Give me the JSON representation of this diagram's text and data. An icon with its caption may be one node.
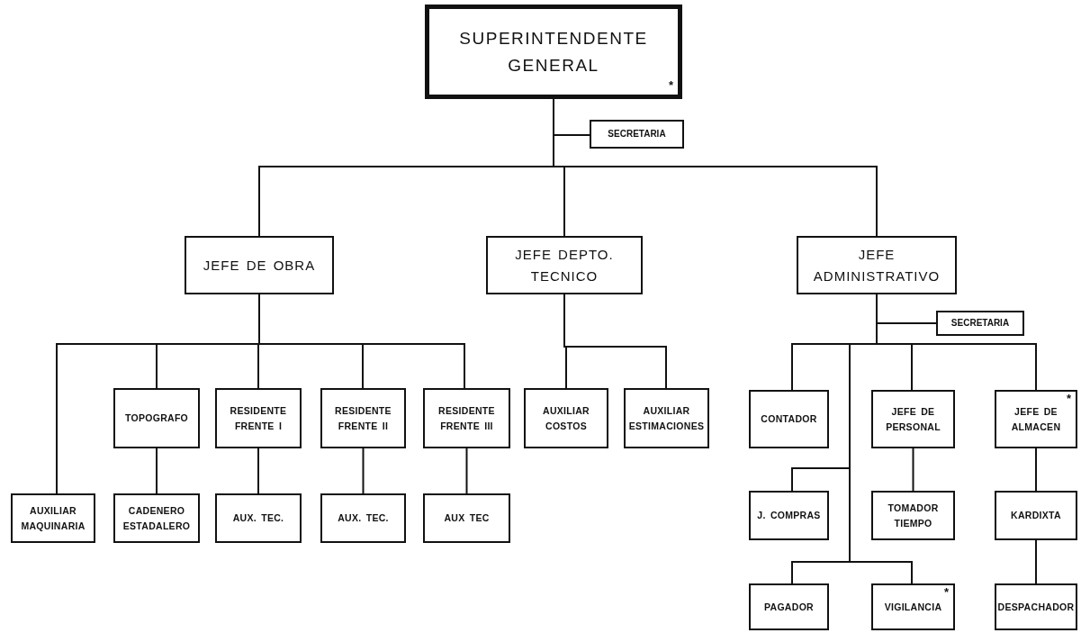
{
  "diagram": {
    "nodes": [
      {
        "text": [
          "SUPERINTENDENTE GENERAL",
          "*"
        ]
      },
      {
        "text": [
          "SECRETARIA"
        ]
      },
      {
        "text": [
          "JEFE DE OBRA"
        ]
      },
      {
        "text": [
          "JEFE DEPTO. TECNICO"
        ]
      },
      {
        "text": [
          "JEFE ADMINISTRATIVO"
        ]
      },
      {
        "text": [
          "SECRETARIA"
        ]
      },
      {
        "text": [
          "TOPOGRAFO"
        ]
      },
      {
        "text": [
          "RESIDENTE FRENTE I"
        ]
      },
      {
        "text": [
          "RESIDENTE FRENTE II"
        ]
      },
      {
        "text": [
          "RESIDENTE FRENTE III"
        ]
      },
      {
        "text": [
          "AUXILIAR COSTOS"
        ]
      },
      {
        "text": [
          "AUXILIAR ESTIMACIONES"
        ]
      },
      {
        "text": [
          "CONTADOR"
        ]
      },
      {
        "text": [
          "JEFE DE PERSONAL"
        ]
      },
      {
        "text": [
          "JEFE DE ALMACEN",
          "*"
        ]
      },
      {
        "text": [
          "AUXILIAR MAQUINARIA"
        ]
      },
      {
        "text": [
          "CADENERO ESTADALERO"
        ]
      },
      {
        "text": [
          "AUX. TEC."
        ]
      },
      {
        "text": [
          "AUX. TEC."
        ]
      },
      {
        "text": [
          "AUX TEC"
        ]
      },
      {
        "text": [
          "J. COMPRAS"
        ]
      },
      {
        "text": [
          "TOMADOR TIEMPO"
        ]
      },
      {
        "text": [
          "KARDIXTA"
        ]
      },
      {
        "text": [
          "PAGADOR"
        ]
      },
      {
        "text": [
          "VIGILANCIA",
          "*"
        ]
      },
      {
        "text": [
          "DESPACHADOR"
        ]
      }
    ],
    "edges": [
      {
        "from": 0,
        "to": 1,
        "arrow": "none"
      },
      {
        "from": 0,
        "to": 2,
        "arrow": "none"
      },
      {
        "from": 0,
        "to": 3,
        "arrow": "none"
      },
      {
        "from": 0,
        "to": 4,
        "arrow": "none"
      },
      {
        "from": 2,
        "to": 15,
        "arrow": "none"
      },
      {
        "from": 2,
        "to": 6,
        "arrow": "none"
      },
      {
        "from": 2,
        "to": 7,
        "arrow": "none"
      },
      {
        "from": 2,
        "to": 8,
        "arrow": "none"
      },
      {
        "from": 2,
        "to": 9,
        "arrow": "none"
      },
      {
        "from": 3,
        "to": 10,
        "arrow": "none"
      },
      {
        "from": 3,
        "to": 11,
        "arrow": "none"
      },
      {
        "from": 4,
        "to": 5,
        "arrow": "none"
      },
      {
        "from": 4,
        "to": 12,
        "arrow": "none"
      },
      {
        "from": 4,
        "to": 13,
        "arrow": "none"
      },
      {
        "from": 4,
        "to": 14,
        "arrow": "none"
      },
      {
        "from": 4,
        "to": 20,
        "arrow": "none"
      },
      {
        "from": 4,
        "to": 23,
        "arrow": "none"
      },
      {
        "from": 4,
        "to": 24,
        "arrow": "none"
      },
      {
        "from": 6,
        "to": 16,
        "arrow": "none"
      },
      {
        "from": 7,
        "to": 17,
        "arrow": "none"
      },
      {
        "from": 8,
        "to": 18,
        "arrow": "none"
      },
      {
        "from": 9,
        "to": 19,
        "arrow": "none"
      },
      {
        "from": 13,
        "to": 21,
        "arrow": "none"
      },
      {
        "from": 14,
        "to": 22,
        "arrow": "none"
      },
      {
        "from": 22,
        "to": 25,
        "arrow": "none"
      }
    ]
  }
}
